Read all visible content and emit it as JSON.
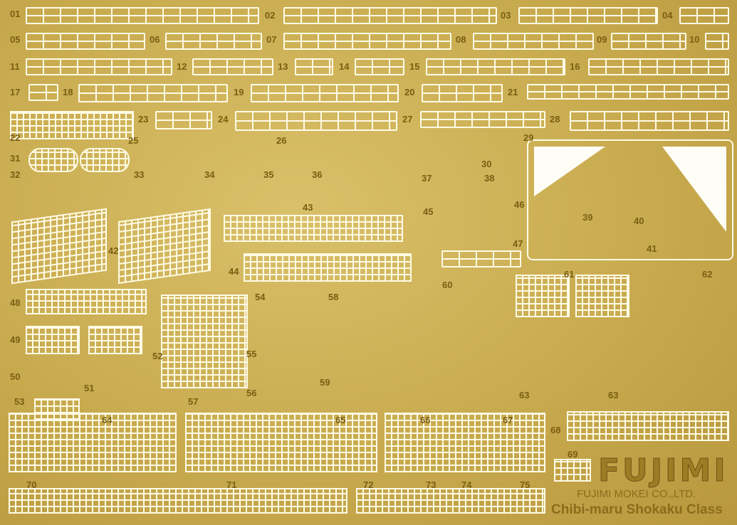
{
  "sheet": {
    "labels": [
      "01",
      "02",
      "03",
      "04",
      "05",
      "06",
      "07",
      "08",
      "09",
      "10",
      "11",
      "12",
      "13",
      "14",
      "15",
      "16",
      "17",
      "18",
      "19",
      "20",
      "21",
      "22",
      "23",
      "24",
      "25",
      "26",
      "27",
      "28",
      "29",
      "30",
      "31",
      "32",
      "33",
      "34",
      "35",
      "36",
      "37",
      "38",
      "39",
      "40",
      "41",
      "42",
      "43",
      "44",
      "45",
      "46",
      "47",
      "48",
      "49",
      "50",
      "51",
      "52",
      "53",
      "54",
      "55",
      "56",
      "57",
      "58",
      "59",
      "60",
      "61",
      "62",
      "63",
      "63",
      "64",
      "65",
      "66",
      "67",
      "68",
      "69",
      "70",
      "71",
      "72",
      "73",
      "74",
      "75"
    ],
    "logo": "FUJIMI",
    "maker": "FUJIMI MOKEI CO.,LTD.",
    "product": "Chibi-maru Shokaku Class",
    "colors": {
      "brass": "#c9ab4f",
      "cutout": "#fffbe6",
      "label": "#7a5e12"
    }
  }
}
